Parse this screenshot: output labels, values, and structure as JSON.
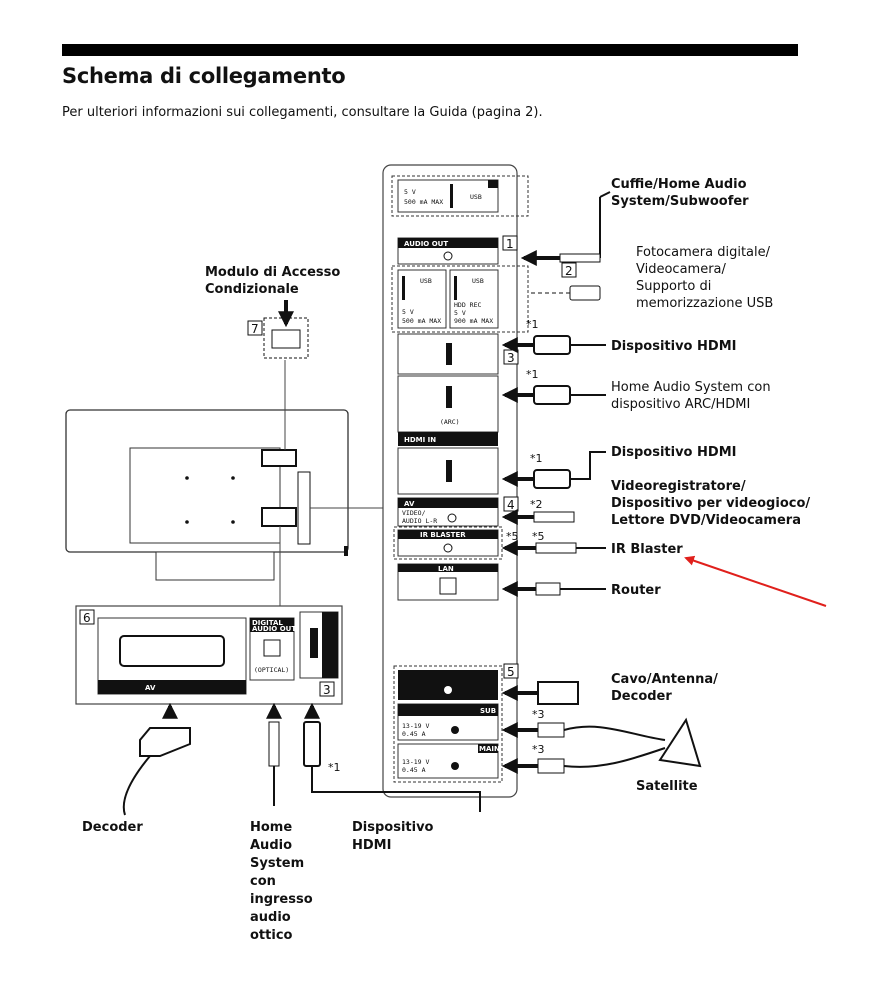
{
  "header": {
    "title": "Schema di collegamento",
    "subtitle": "Per ulteriori informazioni sui collegamenti, consultare la Guida (pagina 2)."
  },
  "labels": {
    "headphones": [
      "Cuffie/Home Audio",
      "System/Subwoofer"
    ],
    "camera": [
      "Fotocamera digitale/",
      "Videocamera/",
      "Supporto di",
      "memorizzazione USB"
    ],
    "cam_module": [
      "Modulo di Accesso",
      "Condizionale"
    ],
    "hdmi_device_1": "Dispositivo HDMI",
    "arc_device": [
      "Home Audio System con",
      "dispositivo ARC/HDMI"
    ],
    "hdmi_device_2": "Dispositivo HDMI",
    "video_devices": [
      "Videoregistratore/",
      "Dispositivo per videogioco/",
      "Lettore DVD/Videocamera"
    ],
    "ir_blaster": "IR Blaster",
    "router": "Router",
    "antenna": [
      "Cavo/Antenna/",
      "Decoder"
    ],
    "satellite": "Satellite",
    "decoder": "Decoder",
    "optical_audio": [
      "Home",
      "Audio",
      "System",
      "con",
      "ingresso",
      "audio",
      "ottico"
    ],
    "hdmi_device_bottom": [
      "Dispositivo",
      "HDMI"
    ]
  },
  "ports": {
    "usb1_spec": [
      "5 V",
      "500 mA MAX"
    ],
    "usb_label": "USB",
    "audio_out": "AUDIO OUT",
    "usb2_spec": [
      "5 V",
      "500 mA MAX"
    ],
    "usb3_spec": [
      "HDD REC",
      "5 V",
      "900 mA MAX"
    ],
    "arc": "(ARC)",
    "hdmi_in": "HDMI IN",
    "av_in": "AV",
    "video_audio": [
      "VIDEO/",
      "AUDIO L-R"
    ],
    "ir_blaster_port": "IR BLASTER",
    "lan": "LAN",
    "sat_spec": [
      "13-19 V",
      "0.45 A"
    ],
    "sub": "SUB",
    "main": "MAIN",
    "digital_audio_out": [
      "DIGITAL",
      "AUDIO OUT"
    ],
    "optical": "(OPTICAL)",
    "scart_av": "AV"
  },
  "callouts": {
    "n1": "1",
    "n2": "2",
    "n3": "3",
    "n4": "4",
    "n5": "5",
    "n6": "6",
    "n7": "7",
    "n3b": "3",
    "star1": "*1",
    "star2": "*2",
    "star3": "*3",
    "star5": "*5"
  },
  "colors": {
    "highlight_arrow": "#e0201c",
    "ink": "#111111"
  }
}
